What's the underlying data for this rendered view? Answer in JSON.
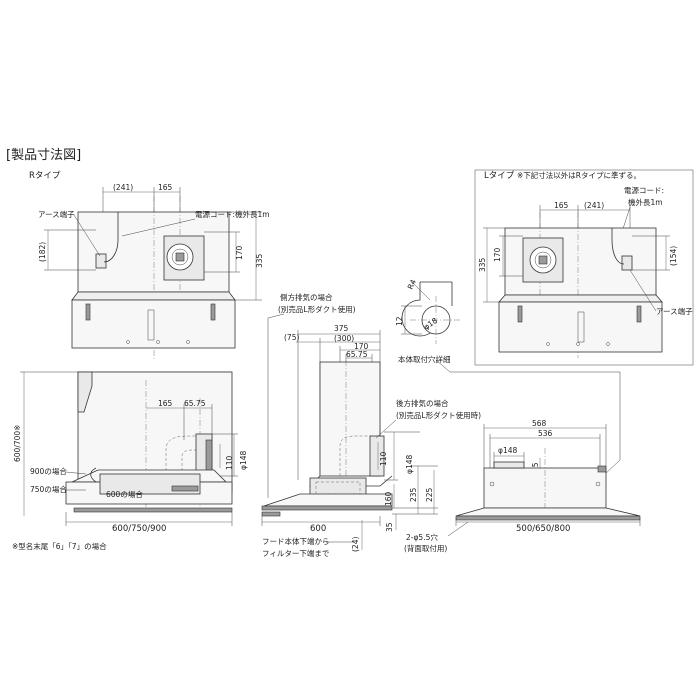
{
  "title": "[製品寸法図]",
  "r_type": {
    "label": "Rタイプ",
    "dims": {
      "d241": "(241)",
      "d165": "165",
      "d182": "(182)",
      "d170": "170",
      "d335": "335"
    },
    "callouts": {
      "earth": "アース端子",
      "cord": "電源コード:機外長1m"
    }
  },
  "l_type": {
    "label": "Lタイプ",
    "note": "※下記寸法以外はRタイプに準ずる。",
    "dims": {
      "d165": "165",
      "d241": "(241)",
      "d170": "170",
      "d154": "(154)",
      "d335": "335"
    },
    "callouts": {
      "cord_line1": "電源コード:",
      "cord_line2": "機外長1m",
      "earth": "アース端子"
    }
  },
  "hole_detail": {
    "r4": "R4",
    "d12": "12",
    "phi18": "φ18",
    "caption": "本体取付穴詳細"
  },
  "front_view": {
    "side_note": "600/700※",
    "d165": "165",
    "d6575": "65.75",
    "phi148": "φ148",
    "d110": "110",
    "case900": "900の場合",
    "case750": "750の場合",
    "case600": "600の場合",
    "width": "600/750/900",
    "footnote": "※型名末尾「6」「7」の場合"
  },
  "side_view": {
    "side_exhaust_line1": "側方排気の場合",
    "side_exhaust_line2": "(別売品L形ダクト使用)",
    "d75": "(75)",
    "d375": "375",
    "d300": "(300)",
    "d170": "170",
    "d6575": "65.75",
    "rear_exhaust_line1": "後方排気の場合",
    "rear_exhaust_line2": "(別売品L形ダクト使用時)",
    "phi148": "φ148",
    "d110": "110",
    "d160": "160",
    "d235": "235",
    "d225": "225",
    "d600": "600",
    "d35": "35",
    "d24": "(24)",
    "hood_line1": "フード本体下端から",
    "hood_line2": "フィルター下端まで"
  },
  "top_view": {
    "d568": "568",
    "d536": "536",
    "phi148": "φ148",
    "d75": "75",
    "width": "500/650/800",
    "hole_line1": "2-φ5.5穴",
    "hole_line2": "(背面取付用)"
  }
}
